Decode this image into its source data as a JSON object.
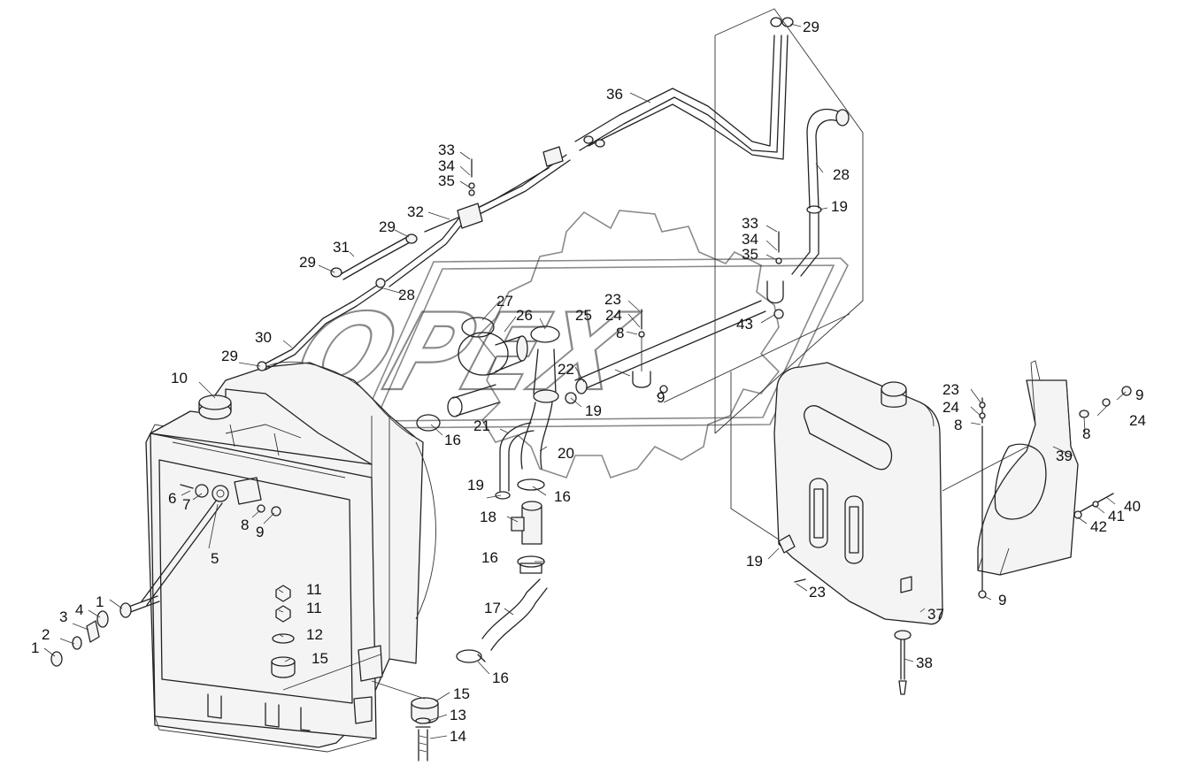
{
  "watermark": {
    "text": "OPEX"
  },
  "callouts": [
    {
      "id": "c1a",
      "label": "1"
    },
    {
      "id": "c1b",
      "label": "1"
    },
    {
      "id": "c2",
      "label": "2"
    },
    {
      "id": "c3",
      "label": "3"
    },
    {
      "id": "c4",
      "label": "4"
    },
    {
      "id": "c5",
      "label": "5"
    },
    {
      "id": "c6",
      "label": "6"
    },
    {
      "id": "c7",
      "label": "7"
    },
    {
      "id": "c8a",
      "label": "8"
    },
    {
      "id": "c8b",
      "label": "8"
    },
    {
      "id": "c8c",
      "label": "8"
    },
    {
      "id": "c8d",
      "label": "8"
    },
    {
      "id": "c9a",
      "label": "9"
    },
    {
      "id": "c9b",
      "label": "9"
    },
    {
      "id": "c9c",
      "label": "9"
    },
    {
      "id": "c9d",
      "label": "9"
    },
    {
      "id": "c10",
      "label": "10"
    },
    {
      "id": "c11a",
      "label": "11"
    },
    {
      "id": "c11b",
      "label": "11"
    },
    {
      "id": "c12",
      "label": "12"
    },
    {
      "id": "c13",
      "label": "13"
    },
    {
      "id": "c14",
      "label": "14"
    },
    {
      "id": "c15a",
      "label": "15"
    },
    {
      "id": "c15b",
      "label": "15"
    },
    {
      "id": "c16a",
      "label": "16"
    },
    {
      "id": "c16b",
      "label": "16"
    },
    {
      "id": "c16c",
      "label": "16"
    },
    {
      "id": "c16d",
      "label": "16"
    },
    {
      "id": "c17",
      "label": "17"
    },
    {
      "id": "c18",
      "label": "18"
    },
    {
      "id": "c19a",
      "label": "19"
    },
    {
      "id": "c19b",
      "label": "19"
    },
    {
      "id": "c19c",
      "label": "19"
    },
    {
      "id": "c19d",
      "label": "19"
    },
    {
      "id": "c20",
      "label": "20"
    },
    {
      "id": "c21",
      "label": "21"
    },
    {
      "id": "c22",
      "label": "22"
    },
    {
      "id": "c23a",
      "label": "23"
    },
    {
      "id": "c23b",
      "label": "23"
    },
    {
      "id": "c23c",
      "label": "23"
    },
    {
      "id": "c24a",
      "label": "24"
    },
    {
      "id": "c24b",
      "label": "24"
    },
    {
      "id": "c24c",
      "label": "24"
    },
    {
      "id": "c25",
      "label": "25"
    },
    {
      "id": "c26",
      "label": "26"
    },
    {
      "id": "c27",
      "label": "27"
    },
    {
      "id": "c28",
      "label": "28"
    },
    {
      "id": "c28b",
      "label": "28"
    },
    {
      "id": "c29a",
      "label": "29"
    },
    {
      "id": "c29b",
      "label": "29"
    },
    {
      "id": "c29c",
      "label": "29"
    },
    {
      "id": "c29d",
      "label": "29"
    },
    {
      "id": "c30",
      "label": "30"
    },
    {
      "id": "c31",
      "label": "31"
    },
    {
      "id": "c32",
      "label": "32"
    },
    {
      "id": "c33a",
      "label": "33"
    },
    {
      "id": "c33b",
      "label": "33"
    },
    {
      "id": "c34a",
      "label": "34"
    },
    {
      "id": "c34b",
      "label": "34"
    },
    {
      "id": "c35a",
      "label": "35"
    },
    {
      "id": "c35b",
      "label": "35"
    },
    {
      "id": "c36",
      "label": "36"
    },
    {
      "id": "c37",
      "label": "37"
    },
    {
      "id": "c38",
      "label": "38"
    },
    {
      "id": "c39",
      "label": "39"
    },
    {
      "id": "c40",
      "label": "40"
    },
    {
      "id": "c41",
      "label": "41"
    },
    {
      "id": "c42",
      "label": "42"
    },
    {
      "id": "c43",
      "label": "43"
    }
  ]
}
